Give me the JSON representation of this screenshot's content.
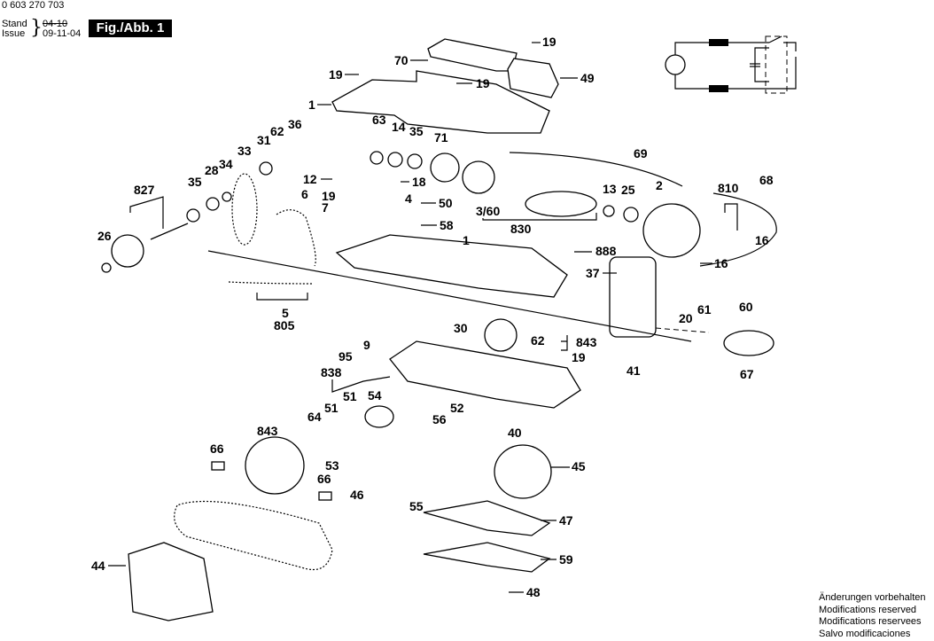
{
  "header": {
    "doc_number": "0 603 270 703",
    "stand_label": "Stand",
    "issue_label": "Issue",
    "stand_date": "04-10",
    "issue_date": "09-11-04",
    "figure_title": "Fig./Abb. 1"
  },
  "footer": {
    "lines": [
      "Änderungen vorbehalten",
      "Modifications reserved",
      "Modifications reservees",
      "Salvo modificaciones"
    ]
  },
  "part_labels": [
    {
      "id": "p19a",
      "text": "19"
    },
    {
      "id": "p70",
      "text": "70"
    },
    {
      "id": "p49",
      "text": "49"
    },
    {
      "id": "p19b",
      "text": "19"
    },
    {
      "id": "p19c",
      "text": "19"
    },
    {
      "id": "p1a",
      "text": "1"
    },
    {
      "id": "p63",
      "text": "63"
    },
    {
      "id": "p14",
      "text": "14"
    },
    {
      "id": "p35a",
      "text": "35"
    },
    {
      "id": "p71",
      "text": "71"
    },
    {
      "id": "p36",
      "text": "36"
    },
    {
      "id": "p62a",
      "text": "62"
    },
    {
      "id": "p31",
      "text": "31"
    },
    {
      "id": "p33",
      "text": "33"
    },
    {
      "id": "p34",
      "text": "34"
    },
    {
      "id": "p28",
      "text": "28"
    },
    {
      "id": "p35b",
      "text": "35"
    },
    {
      "id": "p827",
      "text": "827"
    },
    {
      "id": "p26",
      "text": "26"
    },
    {
      "id": "p12",
      "text": "12"
    },
    {
      "id": "p6",
      "text": "6"
    },
    {
      "id": "p19d",
      "text": "19"
    },
    {
      "id": "p7",
      "text": "7"
    },
    {
      "id": "p18",
      "text": "18"
    },
    {
      "id": "p4",
      "text": "4"
    },
    {
      "id": "p50",
      "text": "50"
    },
    {
      "id": "p58",
      "text": "58"
    },
    {
      "id": "p360",
      "text": "3/60"
    },
    {
      "id": "p830",
      "text": "830"
    },
    {
      "id": "p69",
      "text": "69"
    },
    {
      "id": "p13",
      "text": "13"
    },
    {
      "id": "p25",
      "text": "25"
    },
    {
      "id": "p2",
      "text": "2"
    },
    {
      "id": "p810",
      "text": "810"
    },
    {
      "id": "p68",
      "text": "68"
    },
    {
      "id": "p16a",
      "text": "16"
    },
    {
      "id": "p16b",
      "text": "16"
    },
    {
      "id": "p1b",
      "text": "1"
    },
    {
      "id": "p888",
      "text": "888"
    },
    {
      "id": "p37",
      "text": "37"
    },
    {
      "id": "p20",
      "text": "20"
    },
    {
      "id": "p61",
      "text": "61"
    },
    {
      "id": "p60",
      "text": "60"
    },
    {
      "id": "p67",
      "text": "67"
    },
    {
      "id": "p5",
      "text": "5"
    },
    {
      "id": "p805",
      "text": "805"
    },
    {
      "id": "p9",
      "text": "9"
    },
    {
      "id": "p95",
      "text": "95"
    },
    {
      "id": "p30",
      "text": "30"
    },
    {
      "id": "p62b",
      "text": "62"
    },
    {
      "id": "p843a",
      "text": "843"
    },
    {
      "id": "p19e",
      "text": "19"
    },
    {
      "id": "p41",
      "text": "41"
    },
    {
      "id": "p838",
      "text": "838"
    },
    {
      "id": "p51a",
      "text": "51"
    },
    {
      "id": "p51b",
      "text": "51"
    },
    {
      "id": "p54",
      "text": "54"
    },
    {
      "id": "p52",
      "text": "52"
    },
    {
      "id": "p56",
      "text": "56"
    },
    {
      "id": "p40",
      "text": "40"
    },
    {
      "id": "p64",
      "text": "64"
    },
    {
      "id": "p843b",
      "text": "843"
    },
    {
      "id": "p66a",
      "text": "66"
    },
    {
      "id": "p66b",
      "text": "66"
    },
    {
      "id": "p53",
      "text": "53"
    },
    {
      "id": "p46",
      "text": "46"
    },
    {
      "id": "p55",
      "text": "55"
    },
    {
      "id": "p45",
      "text": "45"
    },
    {
      "id": "p47",
      "text": "47"
    },
    {
      "id": "p59",
      "text": "59"
    },
    {
      "id": "p44",
      "text": "44"
    },
    {
      "id": "p48",
      "text": "48"
    }
  ]
}
